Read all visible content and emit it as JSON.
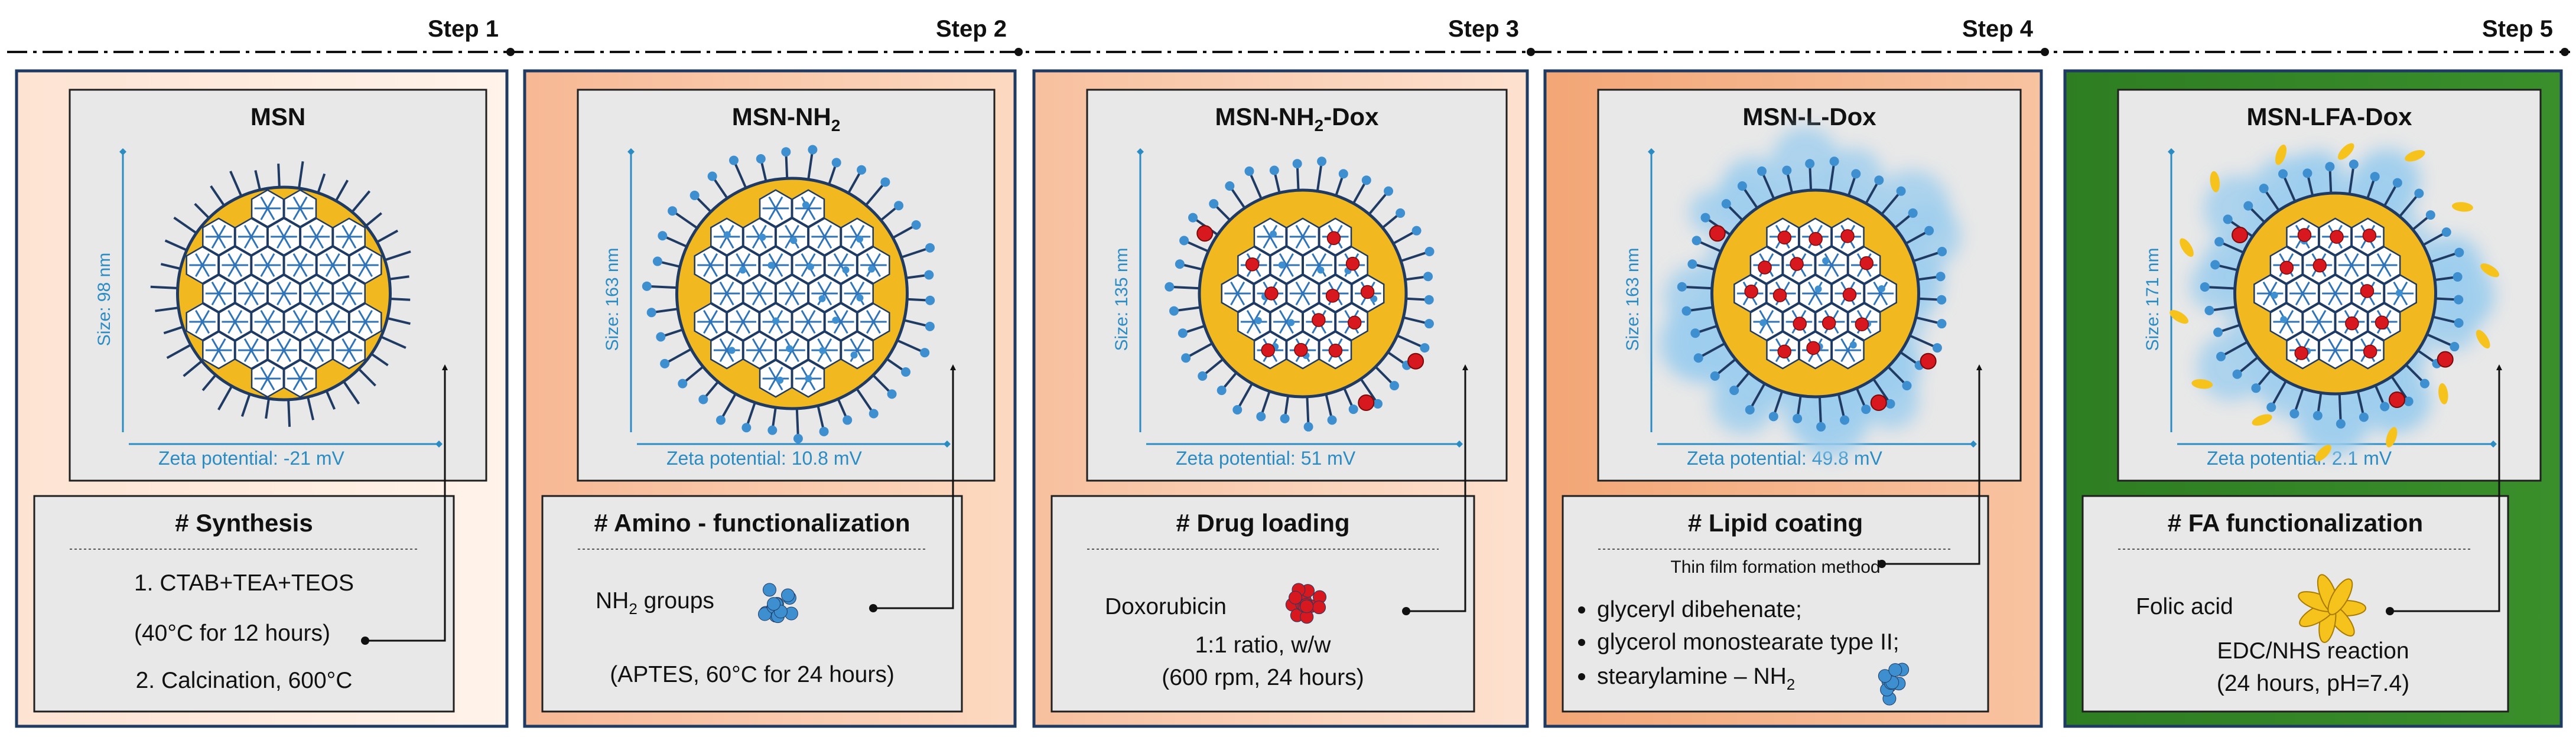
{
  "steps": [
    {
      "label": "Step 1",
      "title": "MSN",
      "title_sub": "",
      "title_suffix": "",
      "size_label": "Size: 98 nm",
      "zeta_label": "Zeta potential: -21 mV",
      "box_title": "# Synthesis",
      "subtitle": "",
      "lines": [
        "1. CTAB+TEA+TEOS",
        "(40°C for 12 hours)",
        "2. Calcination, 600°C"
      ],
      "panel_fill": "#fde3d2",
      "panel_fill_light": "#fff3ea"
    },
    {
      "label": "Step 2",
      "title": "MSN-NH",
      "title_sub": "2",
      "title_suffix": "",
      "size_label": "Size: 163 nm",
      "zeta_label": "Zeta potential: 10.8 mV",
      "box_title": "# Amino - functionalization",
      "subtitle": "",
      "lines": [
        "NH",
        "2",
        " groups",
        "(APTES, 60°C for 24 hours)"
      ],
      "panel_fill": "#f7b894",
      "panel_fill_light": "#fcd9c1"
    },
    {
      "label": "Step 3",
      "title": "MSN-NH",
      "title_sub": "2",
      "title_suffix": "-Dox",
      "size_label": "Size: 135 nm",
      "zeta_label": "Zeta potential: 51 mV",
      "box_title": "# Drug loading",
      "subtitle": "",
      "lines": [
        "Doxorubicin",
        "1:1 ratio, w/w",
        "(600 rpm, 24 hours)"
      ],
      "panel_fill": "#f7c09e",
      "panel_fill_light": "#fde1cf"
    },
    {
      "label": "Step 4",
      "title": "MSN-L-Dox",
      "title_sub": "",
      "title_suffix": "",
      "size_label": "Size: 163 nm",
      "zeta_label": "Zeta potential: 49.8 mV",
      "box_title": "# Lipid coating",
      "subtitle": "Thin film formation method",
      "lines": [
        "glyceryl dibehenate;",
        "glycerol monostearate type II;",
        "stearylamine – NH",
        "2"
      ],
      "panel_fill": "#f3a676",
      "panel_fill_light": "#f8c3a1"
    },
    {
      "label": "Step 5",
      "title": "MSN-LFA-Dox",
      "title_sub": "",
      "title_suffix": "",
      "size_label": "Size: 171 nm",
      "zeta_label": "Zeta potential: 2.1 mV",
      "box_title": "# FA functionalization",
      "subtitle": "",
      "lines": [
        "Folic acid",
        "EDC/NHS reaction",
        "(24 hours, pH=7.4)"
      ],
      "panel_fill": "#2e7d22",
      "panel_fill_light": "#3a8f2b"
    }
  ],
  "colors": {
    "panel_border": "#1f3b63",
    "inner_fill": "#e8e8e8",
    "inner_border": "#1f1f1f",
    "particle_gold": "#f2b820",
    "particle_outline": "#1f3b63",
    "silica_white": "#ffffff",
    "pore_blue": "#2f73b8",
    "amine_blue": "#3e8fd0",
    "dox_red": "#d7191f",
    "lipid_blue": "#9ecdee",
    "folic_gold": "#f6c21c",
    "axis_blue": "#2b8cc4",
    "text_dark": "#111111"
  }
}
